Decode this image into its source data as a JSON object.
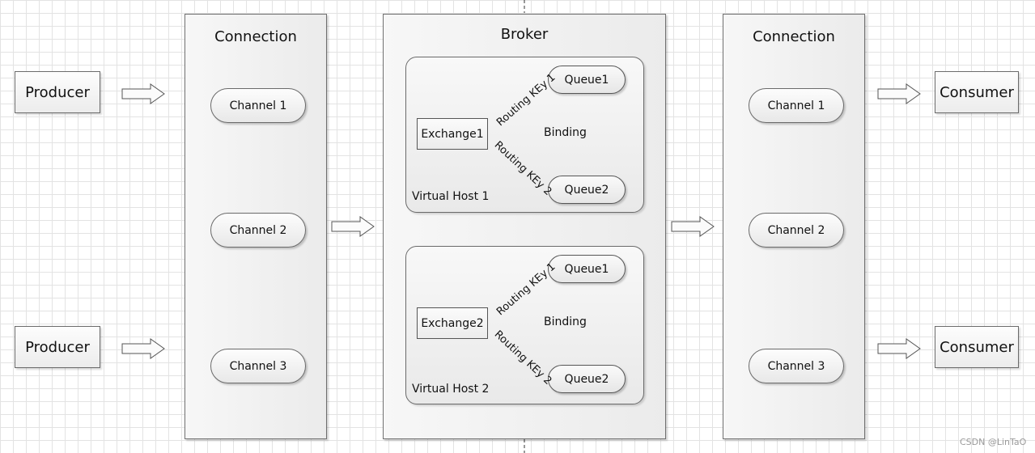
{
  "producers": [
    "Producer",
    "Producer"
  ],
  "consumers": [
    "Consumer",
    "Consumer"
  ],
  "left_connection": {
    "title": "Connection",
    "channels": [
      "Channel 1",
      "Channel 2",
      "Channel 3"
    ]
  },
  "right_connection": {
    "title": "Connection",
    "channels": [
      "Channel 1",
      "Channel 2",
      "Channel 3"
    ]
  },
  "broker": {
    "title": "Broker",
    "vhosts": [
      {
        "label": "Virtual Host 1",
        "exchange": "Exchange1",
        "queues": [
          "Queue1",
          "Queue2"
        ],
        "routing_keys": [
          "Routing KEy 1",
          "Routing KEy 2"
        ],
        "binding": "Binding"
      },
      {
        "label": "Virtual Host 2",
        "exchange": "Exchange2",
        "queues": [
          "Queue1",
          "Queue2"
        ],
        "routing_keys": [
          "Routing KEy 1",
          "Routing KEy 2"
        ],
        "binding": "Binding"
      }
    ]
  },
  "watermark": "CSDN @LinTaO"
}
